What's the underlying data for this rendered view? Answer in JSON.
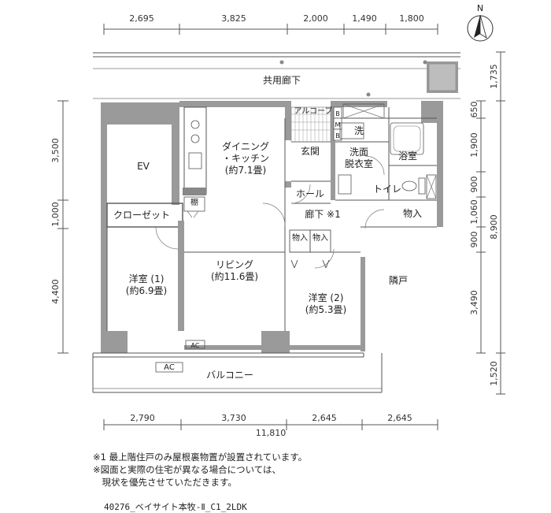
{
  "dims": {
    "top": [
      "2,695",
      "3,825",
      "2,000",
      "1,490",
      "1,800"
    ],
    "bottom": [
      "2,790",
      "3,730",
      "2,645",
      "2,645"
    ],
    "bottom_total": "11,810",
    "left": [
      "3,500",
      "1,000",
      "4,400"
    ],
    "right_outer": [
      "1,735",
      "8,900",
      "1,520"
    ],
    "right_inner": [
      "650",
      "1,900",
      "900",
      "1,060",
      "900",
      "3,490"
    ]
  },
  "rooms": {
    "corridor": "共用廊下",
    "ev": "EV",
    "closet": "クローゼット",
    "dining_l1": "ダイニング",
    "dining_l2": "・キッチン",
    "dining_l3": "(約7.1畳)",
    "living_l1": "リビング",
    "living_l2": "(約11.6畳)",
    "western1_l1": "洋室 (1)",
    "western1_l2": "(約6.9畳)",
    "western2_l1": "洋室 (2)",
    "western2_l2": "(約5.3畳)",
    "entrance": "玄関",
    "hall": "ホール",
    "hallway": "廊下 ※1",
    "washroom_l1": "洗面",
    "washroom_l2": "脱衣室",
    "wash": "洗",
    "bath": "浴室",
    "toilet": "トイレ",
    "storage1": "物入",
    "storage2": "物入",
    "storage3": "物入",
    "shelf": "棚",
    "alcove": "アルコーブ",
    "neighbor": "隣戸",
    "balcony": "バルコニー",
    "ac1": "AC",
    "ac2": "AC",
    "mb_b": "B",
    "mb_m": "M",
    "mb_b2": "B"
  },
  "north": "N",
  "notes": [
    "※1 最上階住戸のみ屋根裏物置が設置されています。",
    "※図面と実際の住宅が異なる場合については、",
    "　現状を優先させていただきます。"
  ],
  "code": "40276_ベイサイト本牧-Ⅱ_C1_2LDK"
}
